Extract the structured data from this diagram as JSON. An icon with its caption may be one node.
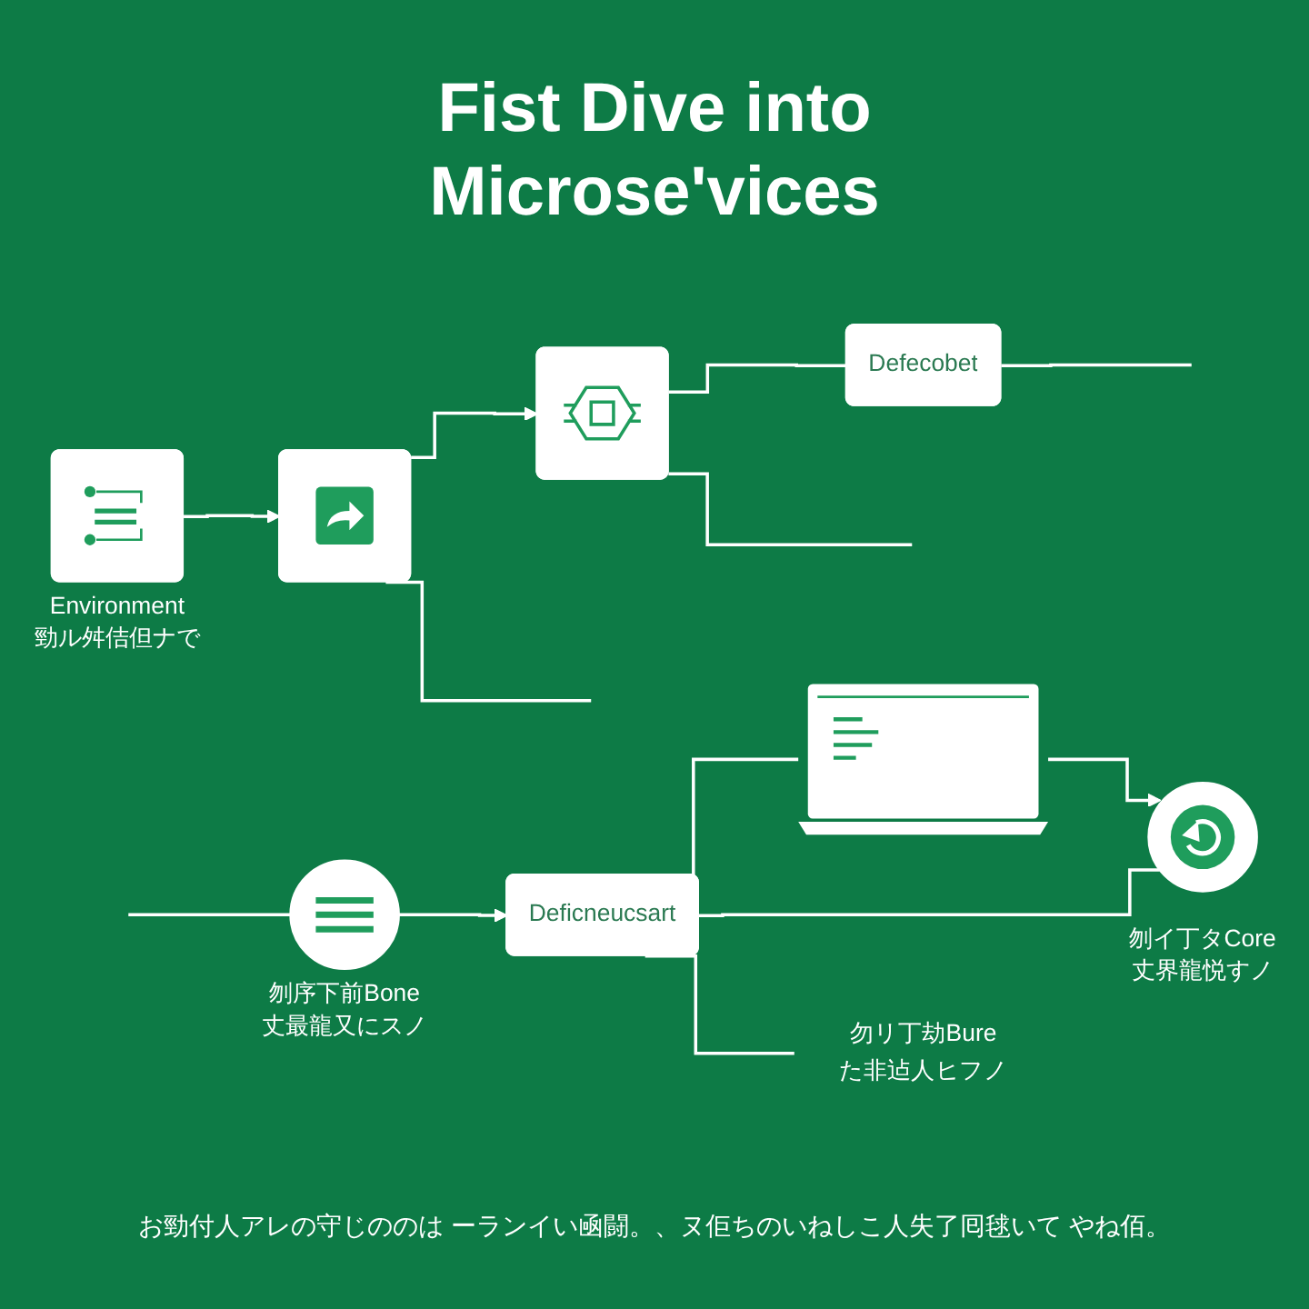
{
  "diagram": {
    "title": "Fist Dive into Microse'vices",
    "caption": "お勁付人アレの守じののは ーランイい凾闘。、ヌ佢ちのいねしこ人失了囘毬いて やね佰。",
    "nodes": [
      {
        "text": [],
        "shape": "box",
        "beside": [
          "Environment",
          "勁ル舛佶但ナで"
        ]
      },
      {
        "text": [],
        "shape": "box"
      },
      {
        "text": [],
        "shape": "box"
      },
      {
        "text": [
          "Defecobet"
        ]
      },
      {
        "text": [],
        "shape": "circle",
        "beside": [
          "刎序下前Bone",
          "丈最龍又にスノ"
        ]
      },
      {
        "text": [
          "Deficneucsart"
        ]
      },
      {
        "text": [],
        "shape": "picture"
      },
      {
        "text": [
          "勿リ丁劫Bure",
          "た非迠人ヒフノ"
        ]
      },
      {
        "text": [],
        "shape": "circle",
        "beside": [
          "刎イ丁タCore",
          "丈界龍悦すノ"
        ]
      }
    ],
    "edges": [
      {
        "from": 0,
        "to": 1,
        "arrow": "to"
      },
      {
        "from": 1,
        "to": 2,
        "arrow": "to"
      },
      {
        "from": 2,
        "to": 3,
        "arrow": "none"
      },
      {
        "from": 1,
        "to": null,
        "arrow": "none"
      },
      {
        "from": 2,
        "to": null,
        "arrow": "none"
      },
      {
        "from": 3,
        "to": null,
        "arrow": "none"
      },
      {
        "from": null,
        "to": 4,
        "arrow": "none"
      },
      {
        "from": 4,
        "to": 5,
        "arrow": "to"
      },
      {
        "from": 5,
        "to": 6,
        "arrow": "none"
      },
      {
        "from": 6,
        "to": 8,
        "arrow": "to"
      },
      {
        "from": 5,
        "to": 8,
        "arrow": "none"
      },
      {
        "from": 5,
        "to": 7,
        "arrow": "none"
      }
    ]
  }
}
